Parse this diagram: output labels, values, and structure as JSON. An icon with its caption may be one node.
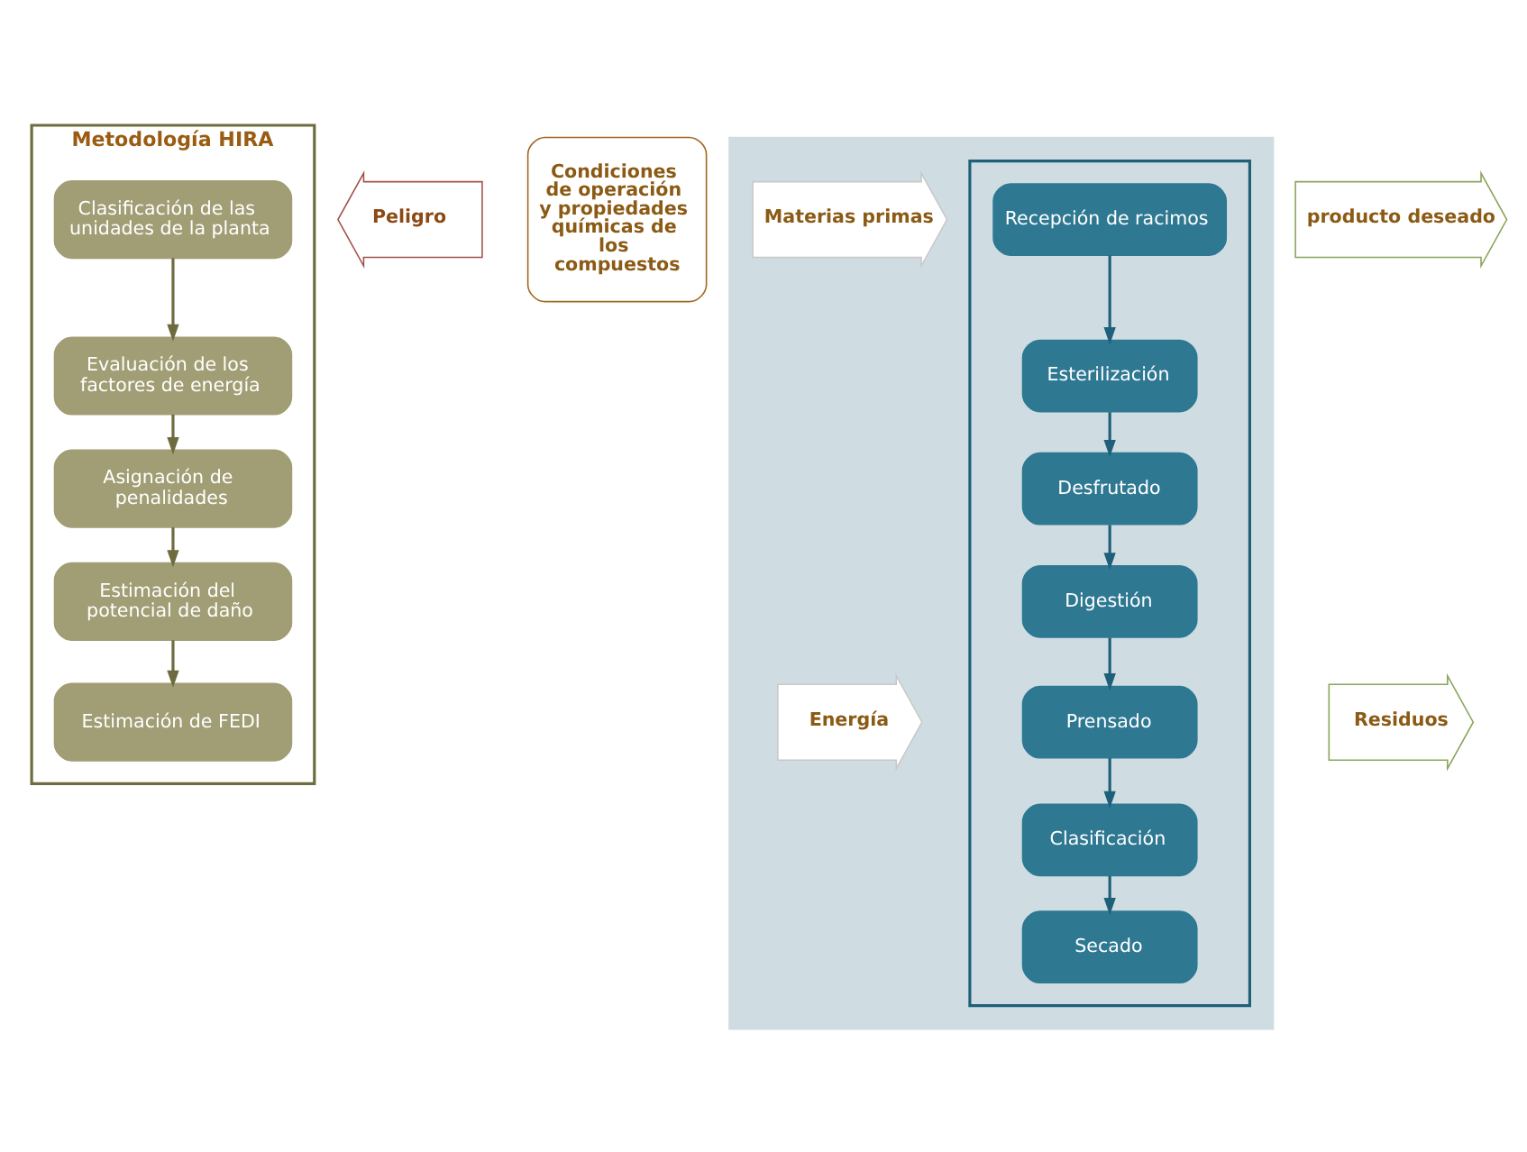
{
  "diagram": {
    "nodes": [
      {
        "text": [
          "Metodología HIRA"
        ]
      },
      {
        "text": [
          "Clasificación de las unidades de la planta"
        ],
        "in": 0
      },
      {
        "text": [
          "Evaluación de los factores de energía"
        ],
        "in": 0
      },
      {
        "text": [
          "Asignación de penalidades"
        ],
        "in": 0
      },
      {
        "text": [
          "Estimación del potencial de daño"
        ],
        "in": 0
      },
      {
        "text": [
          "Estimación de FEDI"
        ],
        "in": 0
      },
      {
        "text": [
          "Peligro"
        ]
      },
      {
        "text": [
          "Condiciones de operación y propiedades químicas de los compuestos"
        ]
      },
      {
        "text": [],
        "shape": "box"
      },
      {
        "text": [
          "Materias primas"
        ],
        "in": 8
      },
      {
        "text": [
          "Energía"
        ],
        "in": 8
      },
      {
        "text": [],
        "shape": "box",
        "in": 8
      },
      {
        "text": [
          "Recepción de racimos"
        ],
        "in": 11
      },
      {
        "text": [
          "Esterilización"
        ],
        "in": 11
      },
      {
        "text": [
          "Desfrutado"
        ],
        "in": 11
      },
      {
        "text": [
          "Digestión"
        ],
        "in": 11
      },
      {
        "text": [
          "Prensado"
        ],
        "in": 11
      },
      {
        "text": [
          "Clasificación"
        ],
        "in": 11
      },
      {
        "text": [
          "Secado"
        ],
        "in": 11
      },
      {
        "text": [
          "producto deseado"
        ]
      },
      {
        "text": [
          "Residuos"
        ]
      }
    ],
    "edges": [
      {
        "from": 1,
        "to": 2,
        "arrow": "to"
      },
      {
        "from": 2,
        "to": 3,
        "arrow": "to"
      },
      {
        "from": 3,
        "to": 4,
        "arrow": "to"
      },
      {
        "from": 4,
        "to": 5,
        "arrow": "to"
      },
      {
        "from": 12,
        "to": 13,
        "arrow": "to",
        "color": "#1f5f7a"
      },
      {
        "from": 13,
        "to": 14,
        "arrow": "to",
        "color": "#1f5f7a"
      },
      {
        "from": 14,
        "to": 15,
        "arrow": "to",
        "color": "#1f5f7a"
      },
      {
        "from": 15,
        "to": 16,
        "arrow": "to",
        "color": "#1f5f7a"
      },
      {
        "from": 16,
        "to": 17,
        "arrow": "to",
        "color": "#1f5f7a"
      },
      {
        "from": 17,
        "to": 18,
        "arrow": "to",
        "color": "#1f5f7a"
      }
    ]
  }
}
